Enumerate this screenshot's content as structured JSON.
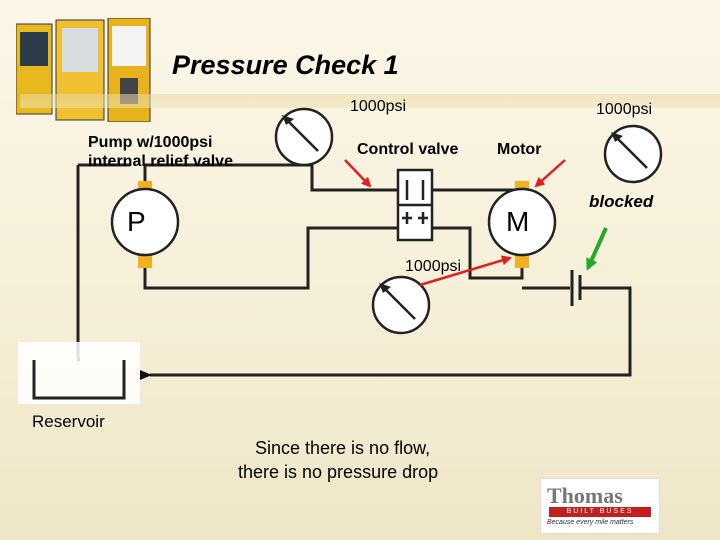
{
  "slide": {
    "title": "Pressure Check 1",
    "labels": {
      "pump_description": "Pump w/1000psi\ninternal relief valve",
      "control_valve": "Control valve",
      "motor": "Motor",
      "blocked": "blocked",
      "reservoir": "Reservoir",
      "gauge_top_center": "1000psi",
      "gauge_top_right": "1000psi",
      "gauge_lower": "1000psi",
      "pump_symbol": "P",
      "motor_symbol": "M",
      "explanation_line1": "Since there is no flow,",
      "explanation_line2": "there is no pressure drop"
    },
    "logo": {
      "brand": "Thomas",
      "sub": "BUILT BUSES",
      "tagline": "Because every mile matters"
    },
    "colors": {
      "arrow_red": "#e02020",
      "arrow_green": "#22aa22",
      "port_yellow": "#f0b020",
      "wire": "#222222"
    }
  }
}
